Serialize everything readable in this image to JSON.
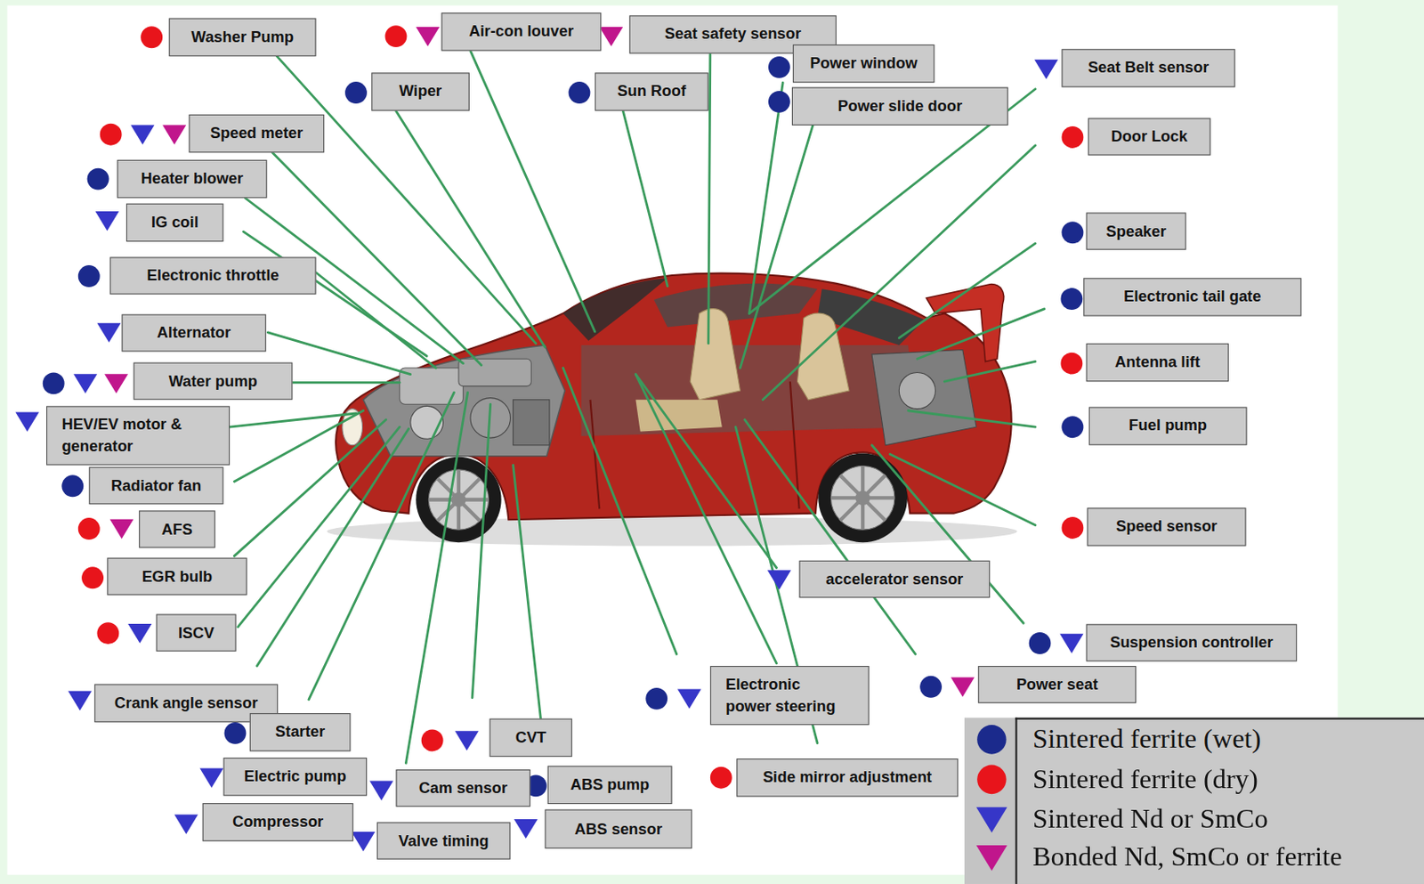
{
  "diagram": {
    "nodes": [
      {
        "text": [
          "Washer Pump"
        ]
      },
      {
        "text": [
          "Air-con louver"
        ]
      },
      {
        "text": [
          "Seat safety sensor"
        ]
      },
      {
        "text": [
          "Power window"
        ]
      },
      {
        "text": [
          "Seat Belt sensor"
        ]
      },
      {
        "text": [
          "Wiper"
        ]
      },
      {
        "text": [
          "Sun Roof"
        ]
      },
      {
        "text": [
          "Power slide door"
        ]
      },
      {
        "text": [
          "Speed meter"
        ]
      },
      {
        "text": [
          "Door Lock"
        ]
      },
      {
        "text": [
          "Heater blower"
        ]
      },
      {
        "text": [
          "IG coil"
        ]
      },
      {
        "text": [
          "Speaker"
        ]
      },
      {
        "text": [
          "Electronic throttle"
        ]
      },
      {
        "text": [
          "Electronic tail gate"
        ]
      },
      {
        "text": [
          "Alternator"
        ]
      },
      {
        "text": [
          "Antenna lift"
        ]
      },
      {
        "text": [
          "Water pump"
        ]
      },
      {
        "text": [
          "HEV/EV motor & generator"
        ]
      },
      {
        "text": [
          "Fuel pump"
        ]
      },
      {
        "text": [
          "Radiator fan"
        ]
      },
      {
        "text": [
          "AFS"
        ]
      },
      {
        "text": [
          "Speed sensor"
        ]
      },
      {
        "text": [
          "EGR bulb"
        ]
      },
      {
        "text": [
          "accelerator sensor"
        ]
      },
      {
        "text": [
          "ISCV"
        ]
      },
      {
        "text": [
          "Suspension controller"
        ]
      },
      {
        "text": [
          "Electronic power steering"
        ]
      },
      {
        "text": [
          "Power seat"
        ]
      },
      {
        "text": [
          "Crank angle sensor"
        ]
      },
      {
        "text": [
          "Starter"
        ]
      },
      {
        "text": [
          "CVT"
        ]
      },
      {
        "text": [
          "Electric pump"
        ]
      },
      {
        "text": [
          "Side mirror adjustment"
        ]
      },
      {
        "text": [
          "Cam sensor"
        ]
      },
      {
        "text": [
          "ABS pump"
        ]
      },
      {
        "text": [
          "Compressor"
        ]
      },
      {
        "text": [
          "Valve timing"
        ]
      },
      {
        "text": [
          "ABS sensor"
        ]
      }
    ],
    "legend": [
      {
        "text": "Sintered ferrite (wet)",
        "color": "#1b2a8c"
      },
      {
        "text": "Sintered ferrite (dry)",
        "color": "#e8141b"
      },
      {
        "text": "Sintered Nd or SmCo",
        "color": "#3636c8"
      },
      {
        "text": "Bonded Nd, SmCo or ferrite",
        "color": "#c0168c"
      }
    ]
  }
}
